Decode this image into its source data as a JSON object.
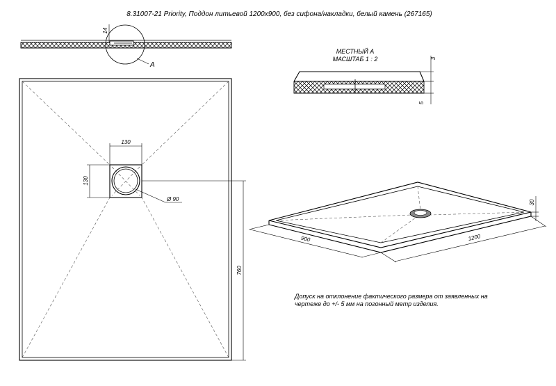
{
  "title": "8.31007-21 Priority, Поддон литьевой 1200х900, без сифона/накладки, белый камень (267165)",
  "detail": {
    "callout": "A",
    "title_line1": "МЕСТНЫЙ А",
    "title_line2": "МАСШТАБ 1 : 2",
    "dim_top": "3",
    "dim_bottom": "5"
  },
  "section": {
    "thickness": "14"
  },
  "plan": {
    "drain_box_width": "130",
    "drain_box_height": "130",
    "drain_diameter": "Ø 90",
    "side_length": "760"
  },
  "iso": {
    "width": "900",
    "length": "1200",
    "height": "30"
  },
  "note": {
    "line1": "Допуск на отклонение фактического размера от заявленных на",
    "line2": "чертеже до +/- 5 мм на погонный метр изделия."
  }
}
